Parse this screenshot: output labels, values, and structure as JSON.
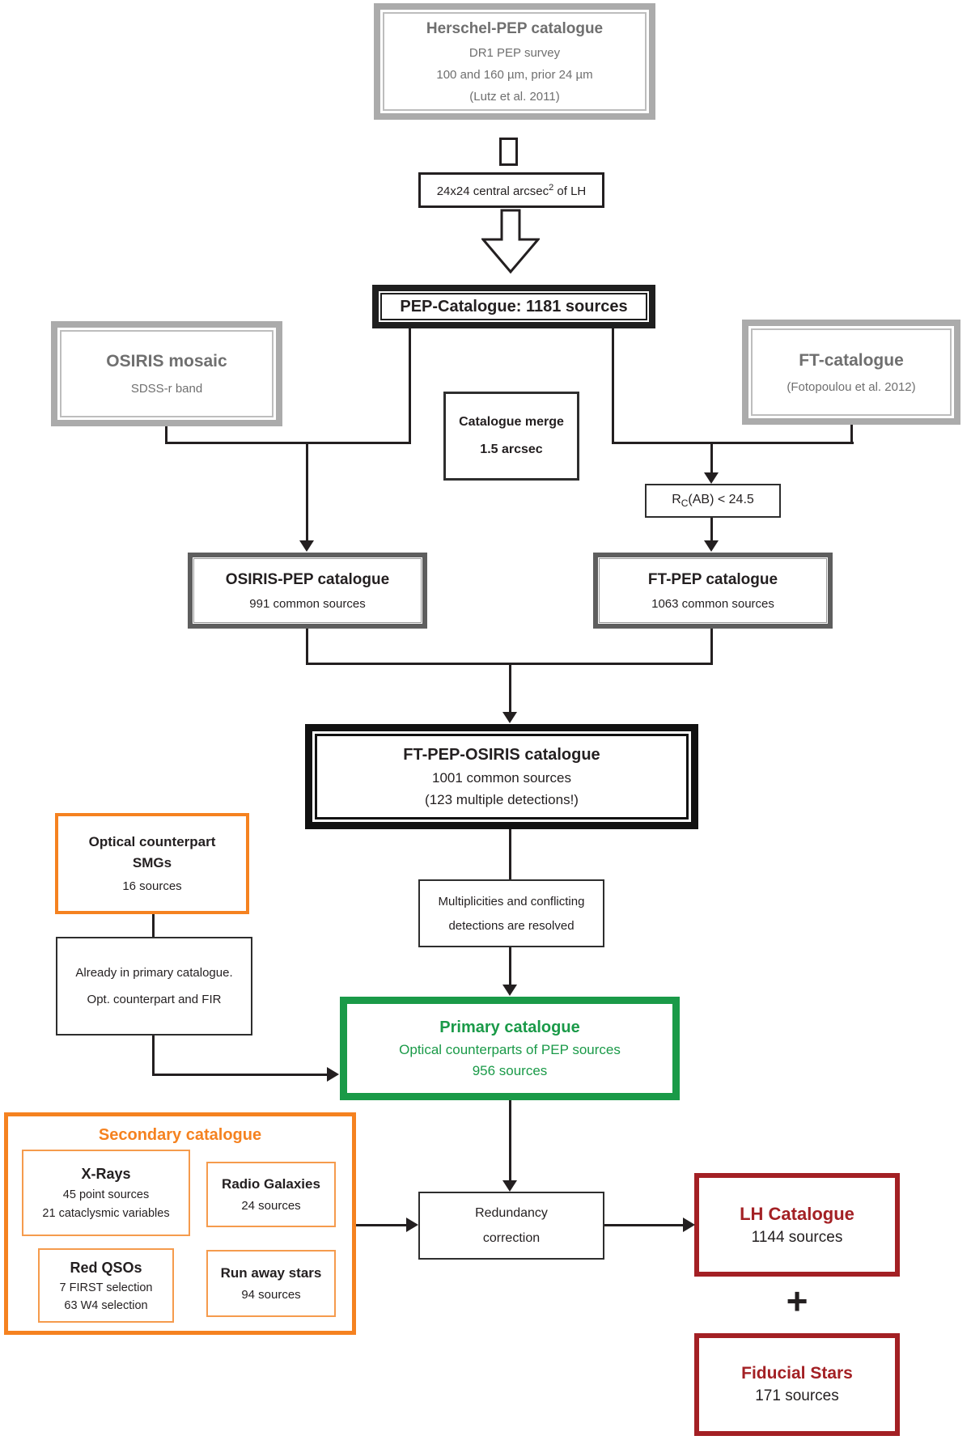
{
  "colors": {
    "gray_border": "#ababab",
    "gray_text": "#6f6f6f",
    "dark_gray_border": "#5e5e5e",
    "black": "#231f20",
    "green": "#1a9a48",
    "orange": "#f58220",
    "dark_red": "#a32024"
  },
  "nodes": {
    "herschel": {
      "title": "Herschel-PEP catalogue",
      "lines": [
        "DR1 PEP survey",
        "100 and 160 µm, prior 24 µm",
        "(Lutz et al. 2011)"
      ]
    },
    "crop": {
      "pre": "24x24 central arcsec",
      "sup": "2",
      "post": " of LH"
    },
    "pep": {
      "title": "PEP-Catalogue: 1181 sources"
    },
    "osiris": {
      "title": "OSIRIS mosaic",
      "subtitle": "SDSS-r band"
    },
    "ft": {
      "title": "FT-catalogue",
      "subtitle": "(Fotopoulou et al. 2012)"
    },
    "merge": {
      "lines": [
        "Catalogue merge",
        "1.5 arcsec"
      ]
    },
    "rc": {
      "pre": "R",
      "sub": "C",
      "post": "(AB) < 24.5"
    },
    "osiris_pep": {
      "title": "OSIRIS-PEP catalogue",
      "subtitle": "991 common sources"
    },
    "ft_pep": {
      "title": "FT-PEP catalogue",
      "subtitle": "1063 common sources"
    },
    "ft_pep_osiris": {
      "title": "FT-PEP-OSIRIS catalogue",
      "lines": [
        "1001 common sources",
        "(123 multiple detections!)"
      ]
    },
    "smg": {
      "title1": "Optical counterpart",
      "title2": "SMGs",
      "subtitle": "16 sources"
    },
    "already": {
      "lines": [
        "Already in primary catalogue.",
        "Opt. counterpart and FIR"
      ]
    },
    "multiplicities": {
      "lines": [
        "Multiplicities and conflicting",
        "detections are resolved"
      ]
    },
    "primary": {
      "title": "Primary catalogue",
      "lines": [
        "Optical counterparts of PEP sources",
        "956 sources"
      ]
    },
    "secondary": {
      "title": "Secondary catalogue",
      "xrays": {
        "title": "X-Rays",
        "lines": [
          "45 point sources",
          "21 cataclysmic variables"
        ]
      },
      "radio": {
        "title": "Radio Galaxies",
        "subtitle": "24 sources"
      },
      "redqso": {
        "title": "Red QSOs",
        "lines": [
          "7 FIRST selection",
          "63 W4 selection"
        ]
      },
      "runaway": {
        "title": "Run away stars",
        "subtitle": "94 sources"
      }
    },
    "redundancy": {
      "lines": [
        "Redundancy",
        "correction"
      ]
    },
    "lh": {
      "title": "LH Catalogue",
      "subtitle": "1144 sources"
    },
    "plus": "+",
    "fiducial": {
      "title": "Fiducial Stars",
      "subtitle": "171 sources"
    }
  }
}
